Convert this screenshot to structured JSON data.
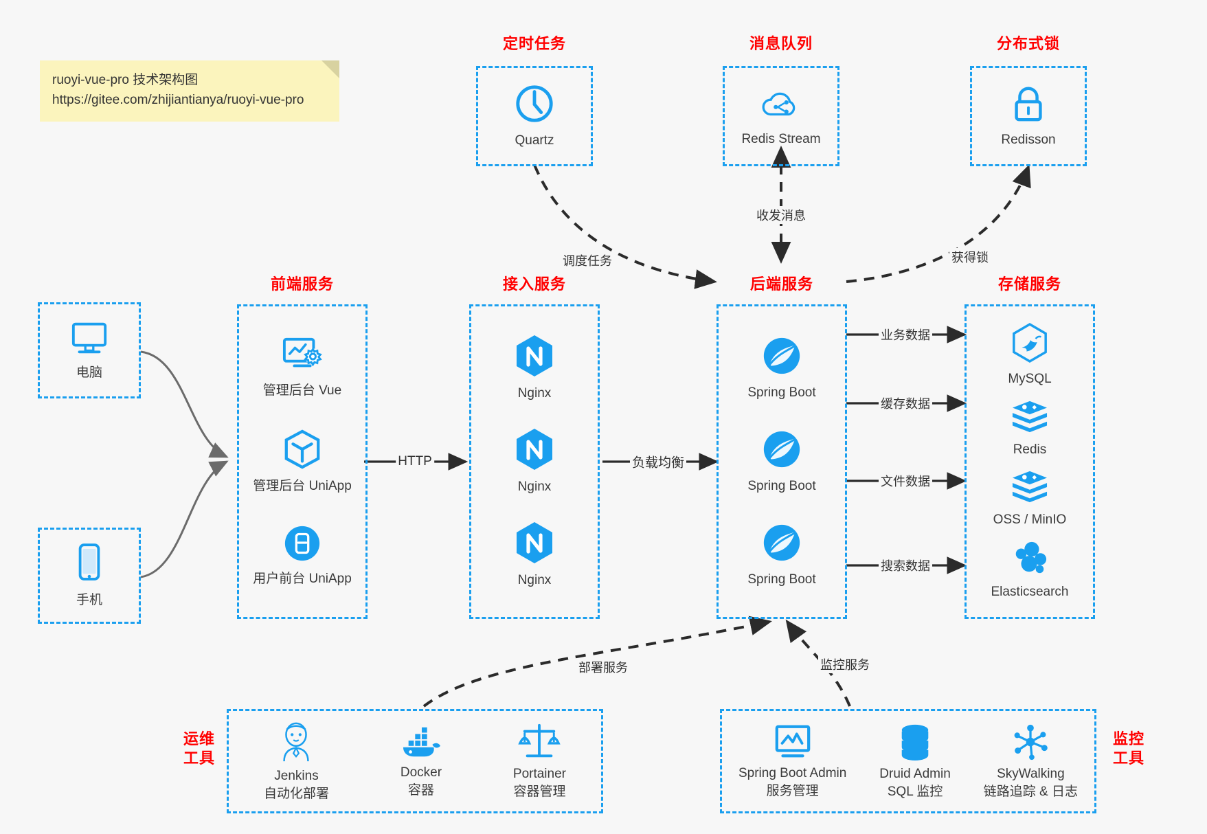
{
  "note": {
    "line1": "ruoyi-vue-pro 技术架构图",
    "line2": "https://gitee.com/zhijiantianya/ruoyi-vue-pro"
  },
  "colors": {
    "accent_blue": "#1a9fef",
    "title_red": "#ff0000",
    "background": "#f7f7f7",
    "edge_gray": "#3f3f3f"
  },
  "groups": {
    "scheduler": {
      "title": "定时任务",
      "nodes": [
        {
          "label": "Quartz",
          "icon": "clock-icon"
        }
      ]
    },
    "mq": {
      "title": "消息队列",
      "nodes": [
        {
          "label": "Redis Stream",
          "icon": "cloud-stream-icon"
        }
      ]
    },
    "lock": {
      "title": "分布式锁",
      "nodes": [
        {
          "label": "Redisson",
          "icon": "padlock-icon"
        }
      ]
    },
    "clients": {
      "nodes": [
        {
          "label": "电脑",
          "icon": "desktop-monitor-icon"
        },
        {
          "label": "手机",
          "icon": "mobile-phone-icon"
        }
      ]
    },
    "frontend": {
      "title": "前端服务",
      "nodes": [
        {
          "label": "管理后台 Vue",
          "icon": "dashboard-gear-icon"
        },
        {
          "label": "管理后台 UniApp",
          "icon": "uniapp-cube-icon"
        },
        {
          "label": "用户前台 UniApp",
          "icon": "app-window-icon"
        }
      ]
    },
    "gateway": {
      "title": "接入服务",
      "nodes": [
        {
          "label": "Nginx",
          "icon": "nginx-icon"
        },
        {
          "label": "Nginx",
          "icon": "nginx-icon"
        },
        {
          "label": "Nginx",
          "icon": "nginx-icon"
        }
      ]
    },
    "backend": {
      "title": "后端服务",
      "nodes": [
        {
          "label": "Spring Boot",
          "icon": "spring-boot-icon"
        },
        {
          "label": "Spring Boot",
          "icon": "spring-boot-icon"
        },
        {
          "label": "Spring Boot",
          "icon": "spring-boot-icon"
        }
      ]
    },
    "storage": {
      "title": "存储服务",
      "nodes": [
        {
          "label": "MySQL",
          "icon": "mysql-dolphin-icon"
        },
        {
          "label": "Redis",
          "icon": "redis-stack-icon"
        },
        {
          "label": "OSS / MinIO",
          "icon": "object-storage-icon"
        },
        {
          "label": "Elasticsearch",
          "icon": "elasticsearch-icon"
        }
      ]
    },
    "devops": {
      "title_line1": "运维",
      "title_line2": "工具",
      "nodes": [
        {
          "name": "Jenkins",
          "desc": "自动化部署",
          "icon": "jenkins-butler-icon"
        },
        {
          "name": "Docker",
          "desc": "容器",
          "icon": "docker-whale-icon"
        },
        {
          "name": "Portainer",
          "desc": "容器管理",
          "icon": "scales-balance-icon"
        }
      ]
    },
    "monitoring": {
      "title_line1": "监控",
      "title_line2": "工具",
      "nodes": [
        {
          "name": "Spring Boot Admin",
          "desc": "服务管理",
          "icon": "monitor-chart-icon"
        },
        {
          "name": "Druid Admin",
          "desc": "SQL 监控",
          "icon": "database-cylinder-icon"
        },
        {
          "name": "SkyWalking",
          "desc": "链路追踪 & 日志",
          "icon": "network-nodes-icon"
        }
      ]
    }
  },
  "edges": [
    {
      "id": "http",
      "label": "HTTP",
      "style": "solid",
      "from": "frontend",
      "to": "gateway"
    },
    {
      "id": "lb",
      "label": "负载均衡",
      "style": "solid",
      "from": "gateway",
      "to": "backend"
    },
    {
      "id": "schedule",
      "label": "调度任务",
      "style": "dashed",
      "from": "scheduler",
      "to": "backend"
    },
    {
      "id": "message",
      "label": "收发消息",
      "style": "dashed-bidirectional",
      "from": "mq",
      "to": "backend"
    },
    {
      "id": "acquirelock",
      "label": "获得锁",
      "style": "dashed",
      "from": "backend",
      "to": "lock"
    },
    {
      "id": "bizdata",
      "label": "业务数据",
      "style": "solid",
      "from": "backend",
      "to": "storage-mysql"
    },
    {
      "id": "cachedata",
      "label": "缓存数据",
      "style": "solid",
      "from": "backend",
      "to": "storage-redis"
    },
    {
      "id": "filedata",
      "label": "文件数据",
      "style": "solid",
      "from": "backend",
      "to": "storage-oss"
    },
    {
      "id": "searchdata",
      "label": "搜索数据",
      "style": "solid",
      "from": "backend",
      "to": "storage-es"
    },
    {
      "id": "deploy",
      "label": "部署服务",
      "style": "dashed",
      "from": "devops",
      "to": "backend"
    },
    {
      "id": "monitor",
      "label": "监控服务",
      "style": "dashed",
      "from": "monitoring",
      "to": "backend"
    }
  ]
}
